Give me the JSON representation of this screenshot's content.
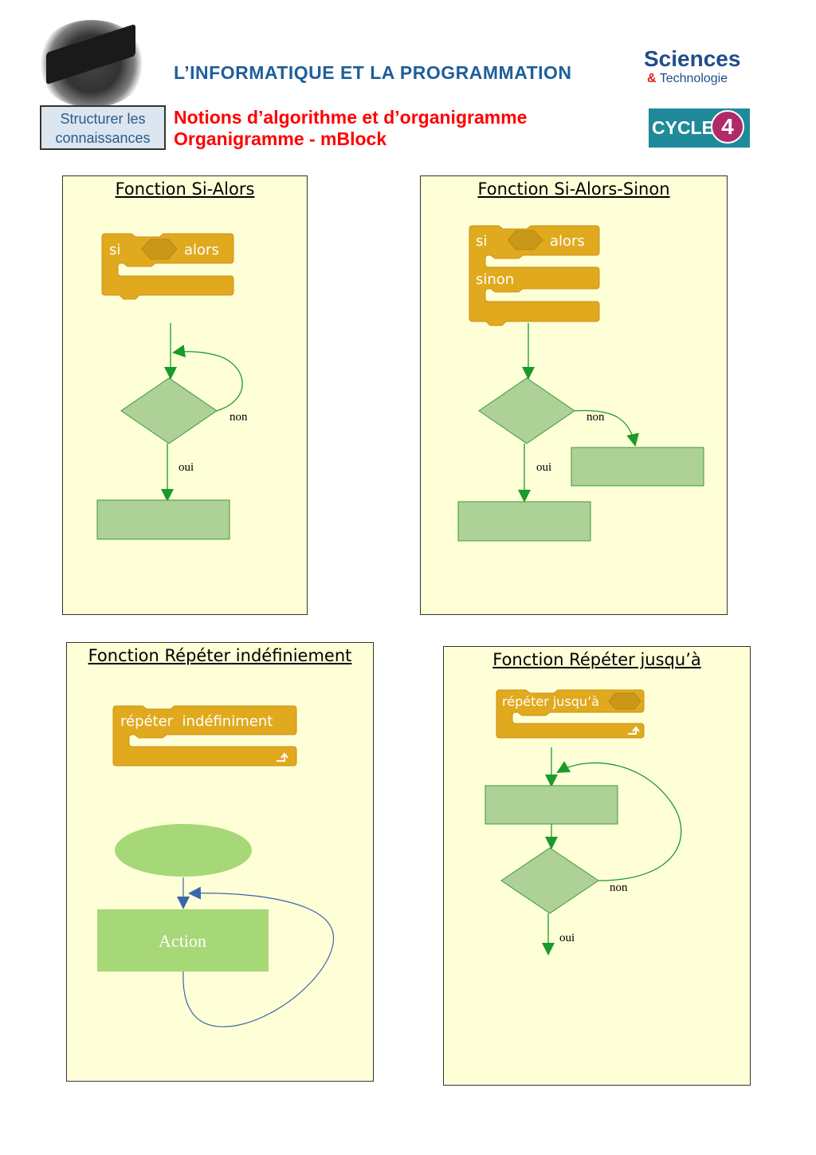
{
  "header": {
    "title": "L’INFORMATIQUE ET LA PROGRAMMATION",
    "tag_line1": "Structurer les",
    "tag_line2": "connaissances",
    "subtitle1": "Notions d’algorithme et d’organigramme",
    "subtitle2": "Organigramme - mBlock",
    "logo_sciences": "Sciences",
    "logo_amp": "&",
    "logo_technologie": "Technologie",
    "cycle_label": "CYCLE",
    "cycle_number": "4"
  },
  "panels": [
    {
      "title": "Fonction Si-Alors",
      "block": {
        "si": "si",
        "alors": "alors"
      },
      "labels": {
        "non": "non",
        "oui": "oui"
      }
    },
    {
      "title": "Fonction Si-Alors-Sinon",
      "block": {
        "si": "si",
        "alors": "alors",
        "sinon": "sinon"
      },
      "labels": {
        "non": "non",
        "oui": "oui"
      }
    },
    {
      "title": "Fonction Répéter indéfiniement",
      "block": {
        "label": "répéter  indéfiniment"
      },
      "action": "Action"
    },
    {
      "title": "Fonction Répéter jusqu’à",
      "block": {
        "label": "répéter jusqu’à"
      },
      "labels": {
        "non": "non",
        "oui": "oui"
      }
    }
  ],
  "colors": {
    "block": "#e1a91e",
    "panel": "#ffffd7",
    "shape": "#aed198",
    "arrow": "#1a9a2a",
    "blue": "#3a66aa"
  }
}
